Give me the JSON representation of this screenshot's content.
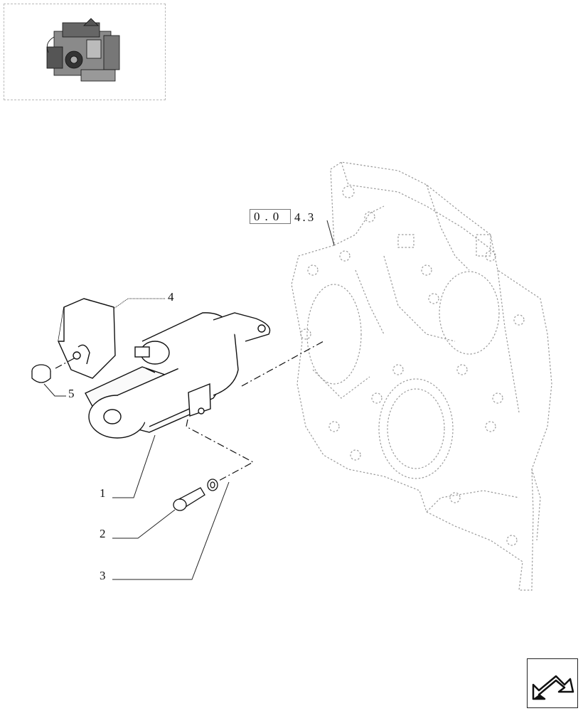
{
  "reference": {
    "box": "0.0",
    "tail": "4.3"
  },
  "callouts": [
    {
      "id": "1",
      "label": "1"
    },
    {
      "id": "2",
      "label": "2"
    },
    {
      "id": "3",
      "label": "3"
    },
    {
      "id": "4",
      "label": "4"
    },
    {
      "id": "5",
      "label": "5"
    }
  ],
  "icons": {
    "thumbnail": "engine-thumbnail-icon",
    "navigation": "next-page-arrow-icon"
  }
}
